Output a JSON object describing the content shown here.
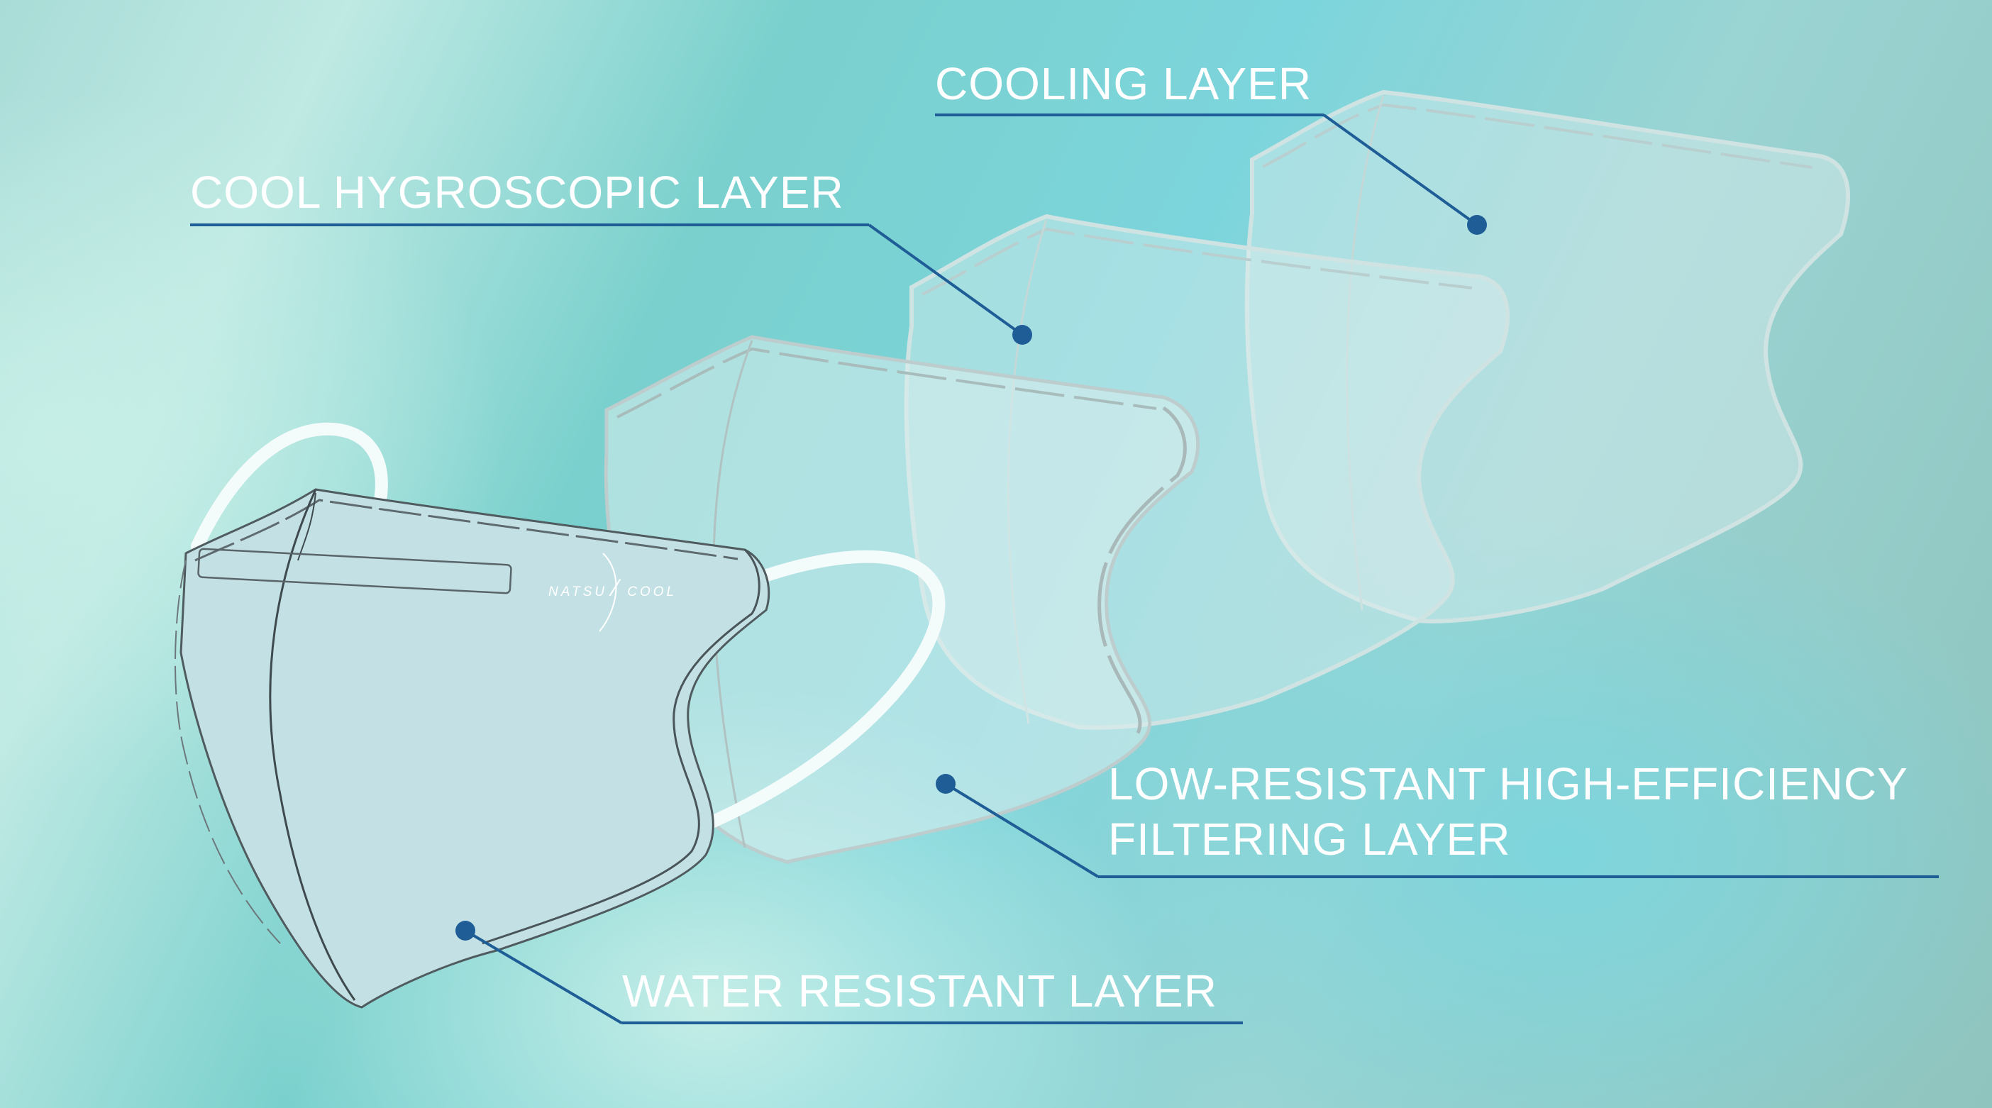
{
  "labels": {
    "cooling": "COOLING LAYER",
    "hygroscopic": "COOL HYGROSCOPIC LAYER",
    "filtering_line1": "LOW-RESISTANT HIGH-EFFICIENCY",
    "filtering_line2": "FILTERING LAYER",
    "water": "WATER RESISTANT LAYER"
  },
  "logo": {
    "left": "NATSU",
    "right": "COOL"
  },
  "colors": {
    "callout": "#1f5d96",
    "label_text": "#ffffff",
    "front_mask_fill": "#c3e1e5",
    "layer_fill": "#dceeee",
    "background_start": "#a9dcd7",
    "background_end": "#8fc3bd"
  }
}
